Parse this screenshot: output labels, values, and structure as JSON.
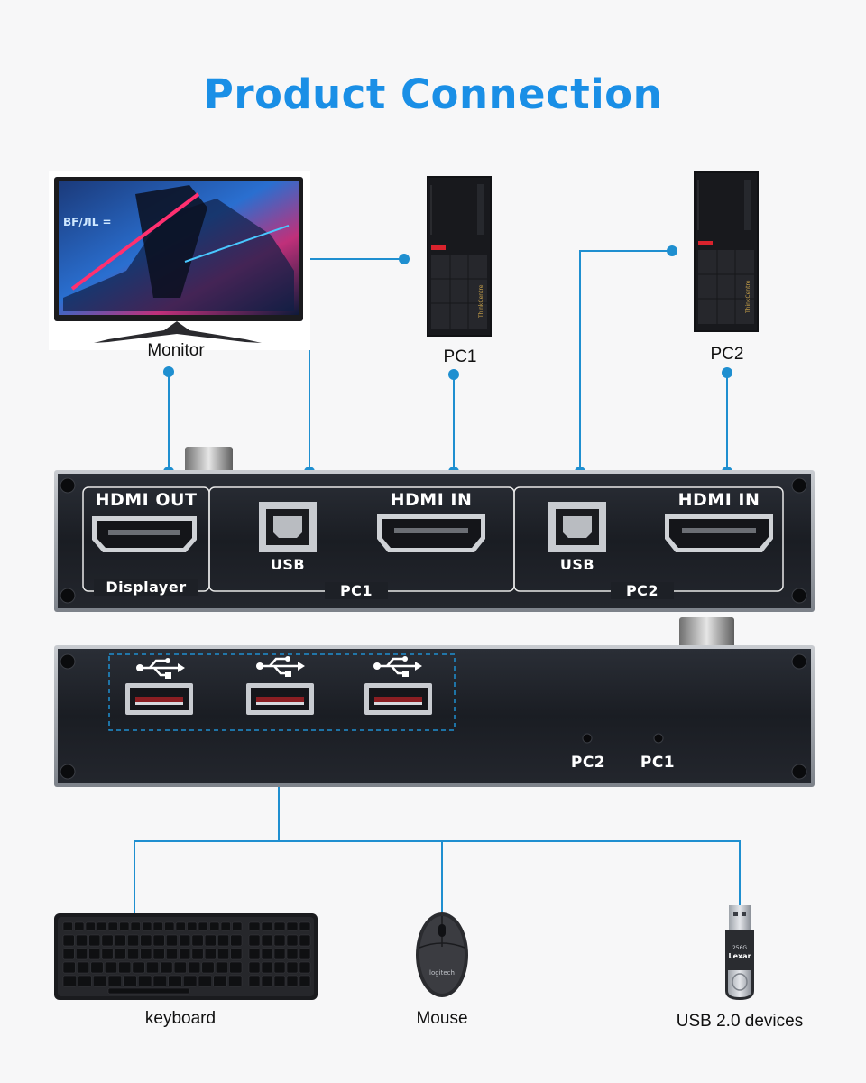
{
  "title": "Product Connection",
  "devices": {
    "monitor": "Monitor",
    "pc1": "PC1",
    "pc2": "PC2",
    "keyboard": "keyboard",
    "mouse": "Mouse",
    "usb_devices": "USB 2.0 devices"
  },
  "front_panel": {
    "hdmi_out": "HDMI OUT",
    "displayer": "Displayer",
    "usb_pc1": "USB",
    "hdmi_in_pc1": "HDMI IN",
    "pc1_group": "PC1",
    "usb_pc2": "USB",
    "hdmi_in_pc2": "HDMI IN",
    "pc2_group": "PC2"
  },
  "back_panel": {
    "led_pc2": "PC2",
    "led_pc1": "PC1"
  },
  "colors": {
    "accent": "#1a8fe6",
    "wire": "#1f8fd0",
    "panel": "#1c1f25"
  }
}
